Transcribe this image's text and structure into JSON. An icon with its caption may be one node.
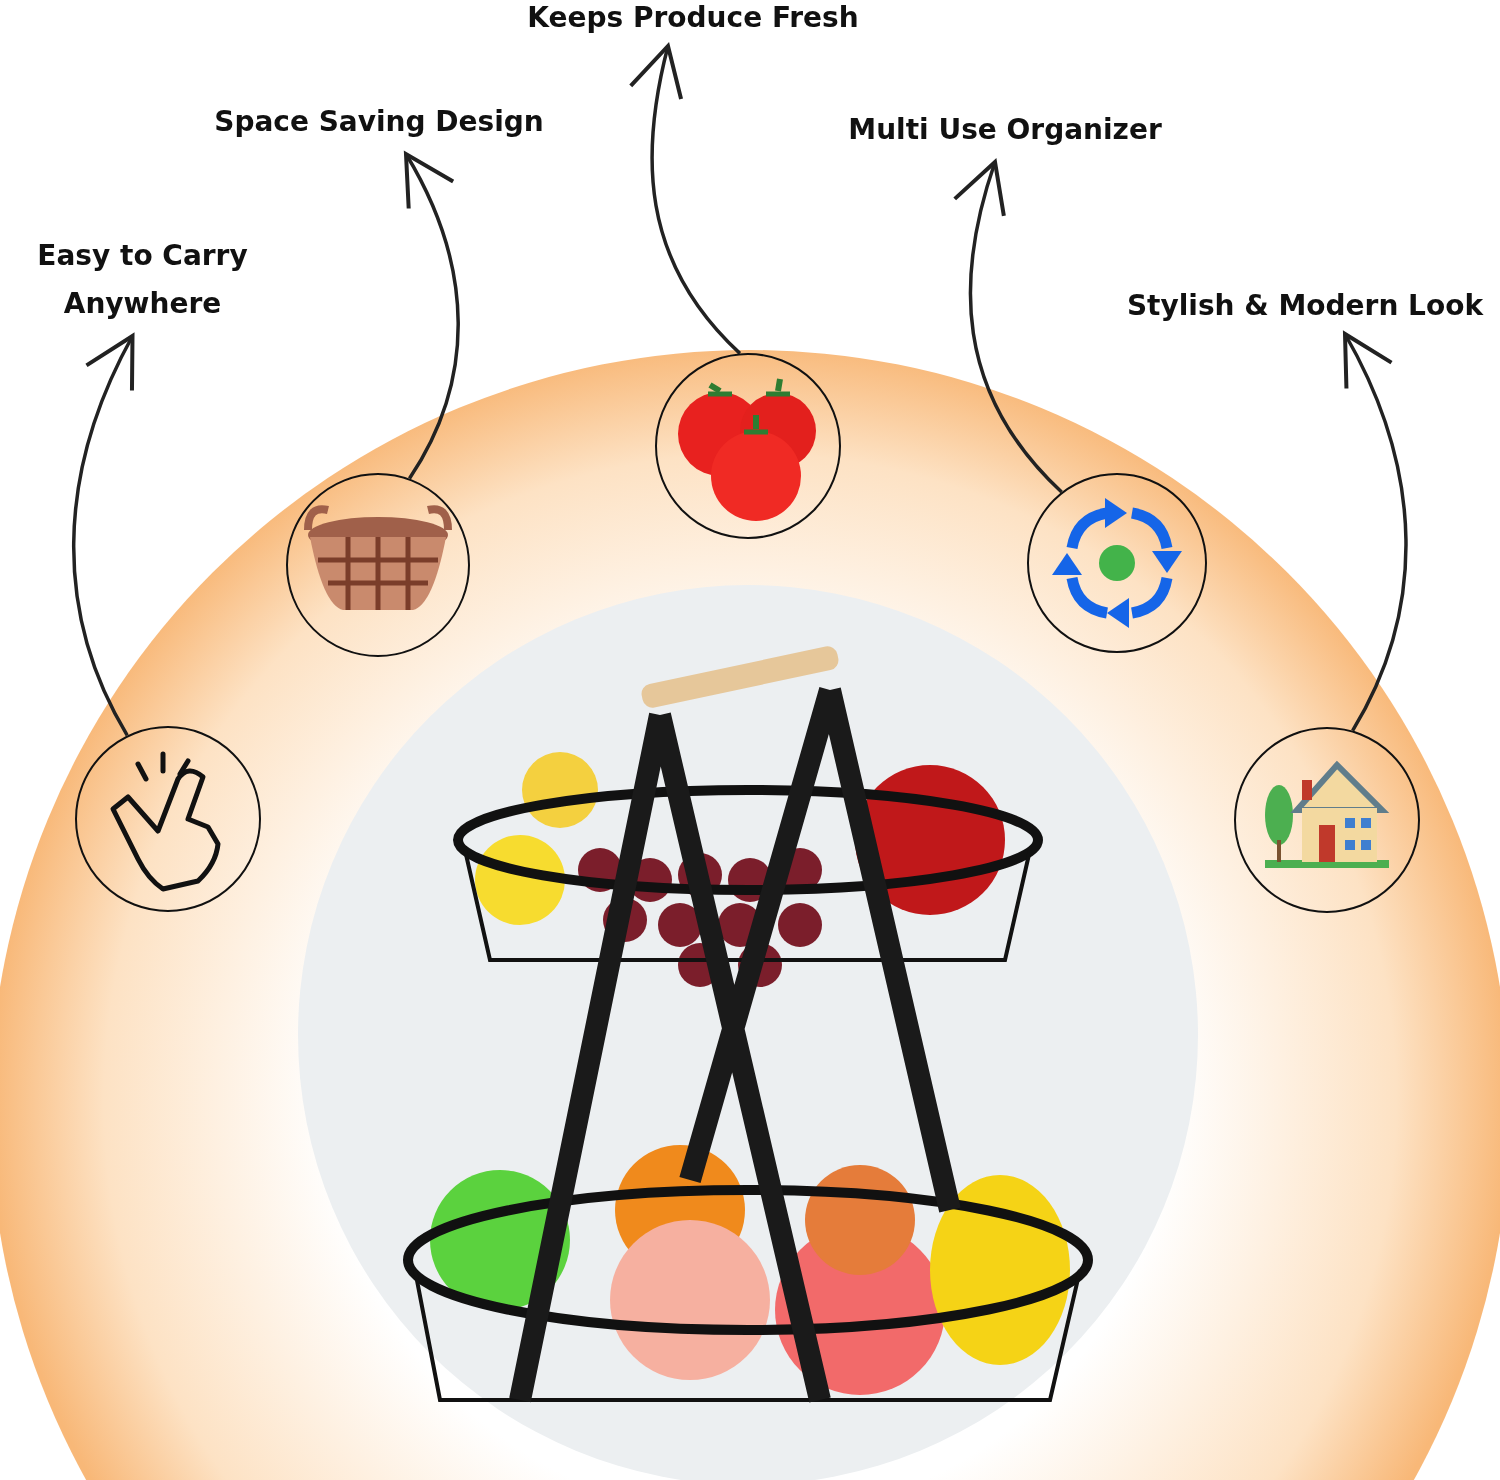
{
  "diagram": {
    "nodes": [
      {
        "text": [
          "Easy to Carry Anywhere"
        ]
      },
      {
        "text": [
          "Space Saving Design"
        ]
      },
      {
        "text": [
          "Keeps Produce Fresh"
        ]
      },
      {
        "text": [
          "Multi Use Organizer"
        ]
      },
      {
        "text": [
          "Stylish & Modern Look"
        ]
      },
      {
        "text": [],
        "shape": "picture"
      },
      {
        "text": [],
        "shape": "picture"
      },
      {
        "text": [],
        "shape": "picture"
      },
      {
        "text": [],
        "shape": "picture"
      },
      {
        "text": [],
        "shape": "picture"
      }
    ],
    "edges": [
      {
        "from": 5,
        "to": 0,
        "arrow": "to"
      },
      {
        "from": 6,
        "to": 1,
        "arrow": "to"
      },
      {
        "from": 7,
        "to": 2,
        "arrow": "to"
      },
      {
        "from": 8,
        "to": 3,
        "arrow": "to"
      },
      {
        "from": 9,
        "to": 4,
        "arrow": "to"
      }
    ]
  }
}
